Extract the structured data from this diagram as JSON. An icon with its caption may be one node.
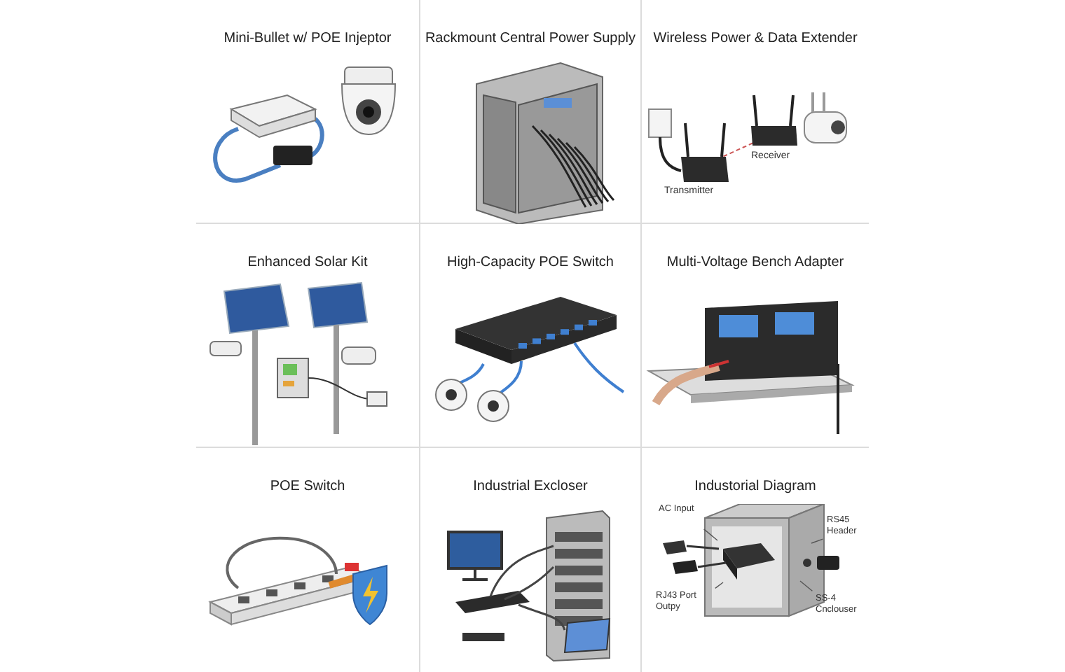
{
  "diagram": {
    "nodes": [
      {
        "text": [
          "Mini-Bullet w/ POE Injeptor"
        ]
      },
      {
        "text": [
          "Rackmount Central Power Supply"
        ]
      },
      {
        "text": [
          "Wireless Power & Data Extender"
        ]
      },
      {
        "text": [
          "Enhanced Solar Kit"
        ]
      },
      {
        "text": [
          "High-Capacity POE Switch"
        ]
      },
      {
        "text": [
          "Multi-Voltage Bench Adapter"
        ]
      },
      {
        "text": [
          "POE Switch"
        ]
      },
      {
        "text": [
          "Industrial Excloser"
        ]
      },
      {
        "text": [
          "Industorial Diagram"
        ]
      },
      {
        "text": [
          "AC Input"
        ],
        "in": 8
      },
      {
        "text": [
          "RS45 Header"
        ],
        "in": 8
      },
      {
        "text": [
          "RJ43 Port Outpy"
        ],
        "in": 8
      },
      {
        "text": [
          "SS-4 Cnclouser"
        ],
        "in": 8
      }
    ],
    "edges": [
      {
        "from": 9,
        "to": null,
        "arrow": "none"
      },
      {
        "from": 10,
        "to": null,
        "arrow": "none"
      },
      {
        "from": 11,
        "to": null,
        "arrow": "none"
      },
      {
        "from": 12,
        "to": null,
        "arrow": "none"
      }
    ],
    "labels": [
      "Transmitter",
      "Receiver"
    ]
  }
}
